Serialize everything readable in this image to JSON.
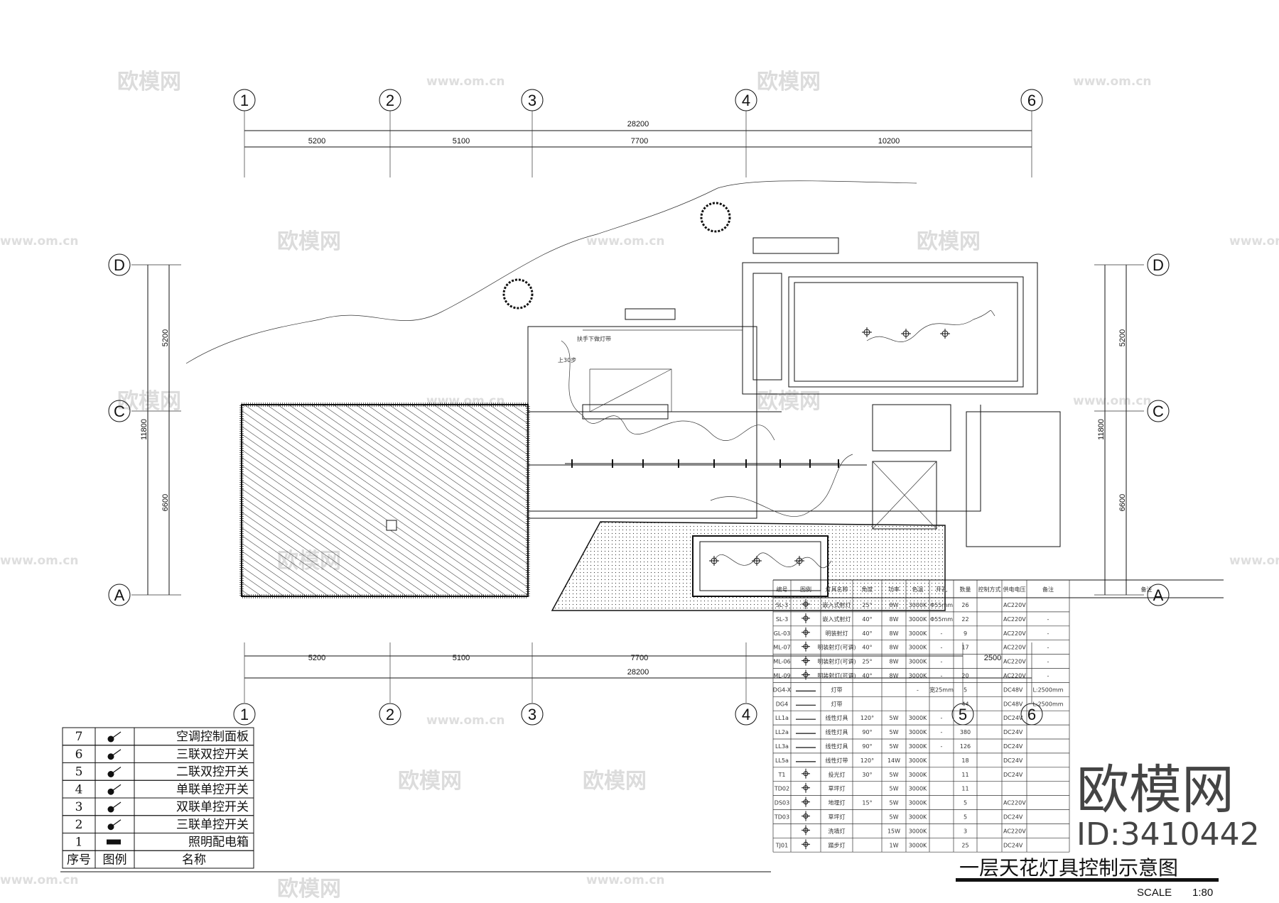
{
  "title": "一层天花灯具控制示意图",
  "scale": {
    "label": "SCALE",
    "value": "1:80"
  },
  "grid": {
    "columns": [
      "1",
      "2",
      "3",
      "4",
      "5",
      "6"
    ],
    "rows": [
      "D",
      "C",
      "A"
    ],
    "top_total": "28200",
    "top_spans": [
      "5200",
      "5100",
      "7700",
      "10200"
    ],
    "bottom_spans": [
      "5200",
      "5100",
      "7700",
      "2500"
    ],
    "bottom_total": "28200",
    "side_total": "11800",
    "side_spans": [
      "5200",
      "6600"
    ]
  },
  "legend": {
    "header": {
      "no": "序号",
      "symbol": "图例",
      "name": "名称"
    },
    "rows": [
      {
        "no": "7",
        "symbol": "ac-panel-icon",
        "name": "空调控制面板"
      },
      {
        "no": "6",
        "symbol": "triple-double-switch-icon",
        "name": "三联双控开关"
      },
      {
        "no": "5",
        "symbol": "double-double-switch-icon",
        "name": "二联双控开关"
      },
      {
        "no": "4",
        "symbol": "single-switch-icon",
        "name": "单联单控开关"
      },
      {
        "no": "3",
        "symbol": "double-single-switch-icon",
        "name": "双联单控开关"
      },
      {
        "no": "2",
        "symbol": "triple-single-switch-icon",
        "name": "三联单控开关"
      },
      {
        "no": "1",
        "symbol": "distribution-box-icon",
        "name": "照明配电箱"
      }
    ]
  },
  "fixtures": {
    "headers": [
      "编号",
      "图例",
      "灯具名称",
      "角度",
      "功率",
      "色温",
      "开孔",
      "数量",
      "控制方式",
      "供电电压",
      "备注",
      "备注"
    ],
    "rows": [
      [
        "SL-3",
        "",
        "嵌入式射灯",
        "25°",
        "8W",
        "3000K",
        "Φ55mm",
        "26",
        "",
        "AC220V",
        "",
        ""
      ],
      [
        "SL-3",
        "",
        "嵌入式射灯",
        "40°",
        "8W",
        "3000K",
        "Φ55mm",
        "22",
        "",
        "AC220V",
        "-",
        ""
      ],
      [
        "GL-03",
        "",
        "明装射灯",
        "40°",
        "8W",
        "3000K",
        "-",
        "9",
        "",
        "AC220V",
        "-",
        ""
      ],
      [
        "ML-07",
        "",
        "明装射灯(可调)",
        "40°",
        "8W",
        "3000K",
        "-",
        "17",
        "",
        "AC220V",
        "-",
        ""
      ],
      [
        "ML-06",
        "",
        "明装射灯(可调)",
        "25°",
        "8W",
        "3000K",
        "-",
        "",
        "",
        "AC220V",
        "-",
        ""
      ],
      [
        "ML-09",
        "",
        "明装射灯(可调)",
        "40°",
        "8W",
        "3000K",
        "-",
        "20",
        "",
        "AC220V",
        "-",
        ""
      ],
      [
        "DG4-X",
        "",
        "灯带",
        "",
        "",
        "-",
        "宽25mm",
        "5",
        "",
        "DC48V",
        "L:2500mm",
        ""
      ],
      [
        "DG4",
        "",
        "灯带",
        "",
        "",
        "",
        "",
        "44",
        "",
        "DC48V",
        "L:2500mm",
        ""
      ],
      [
        "LL1a",
        "",
        "线性灯具",
        "120°",
        "5W",
        "3000K",
        "-",
        "",
        "",
        "DC24V",
        "",
        ""
      ],
      [
        "LL2a",
        "",
        "线性灯具",
        "90°",
        "5W",
        "3000K",
        "-",
        "380",
        "",
        "DC24V",
        "",
        ""
      ],
      [
        "LL3a",
        "",
        "线性灯具",
        "90°",
        "5W",
        "3000K",
        "-",
        "126",
        "",
        "DC24V",
        "",
        ""
      ],
      [
        "LL5a",
        "",
        "线性灯带",
        "120°",
        "14W",
        "3000K",
        "",
        "18",
        "",
        "DC24V",
        "",
        ""
      ],
      [
        "T1",
        "",
        "投光灯",
        "30°",
        "5W",
        "3000K",
        "",
        "11",
        "",
        "DC24V",
        "",
        ""
      ],
      [
        "TD02",
        "",
        "草坪灯",
        "",
        "5W",
        "3000K",
        "",
        "11",
        "",
        "",
        "",
        ""
      ],
      [
        "DS03",
        "",
        "地埋灯",
        "15°",
        "5W",
        "3000K",
        "",
        "5",
        "",
        "AC220V",
        "",
        ""
      ],
      [
        "TD03",
        "",
        "草坪灯",
        "",
        "5W",
        "3000K",
        "",
        "5",
        "",
        "DC24V",
        "",
        ""
      ],
      [
        "",
        "",
        "洗墙灯",
        "",
        "15W",
        "3000K",
        "",
        "3",
        "",
        "AC220V",
        "",
        ""
      ],
      [
        "TJ01",
        "",
        "踏步灯",
        "",
        "1W",
        "3000K",
        "",
        "25",
        "",
        "DC24V",
        "",
        ""
      ]
    ]
  },
  "annotations": [
    "上30步",
    "扶手下做灯带"
  ],
  "watermark": {
    "brand": "欧模网",
    "url": "www.om.cn",
    "id": "ID:3410442"
  },
  "colors": {
    "line": "#111111",
    "watermark": "#dcdcdc",
    "watermark_dark": "#444444"
  }
}
